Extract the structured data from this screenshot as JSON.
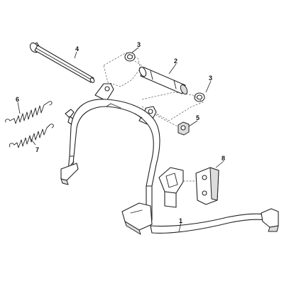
{
  "callouts": {
    "c1": "1",
    "c2": "2",
    "c3a": "3",
    "c3b": "3",
    "c4": "4",
    "c5": "5",
    "c6": "6",
    "c7": "7",
    "c8": "8"
  }
}
